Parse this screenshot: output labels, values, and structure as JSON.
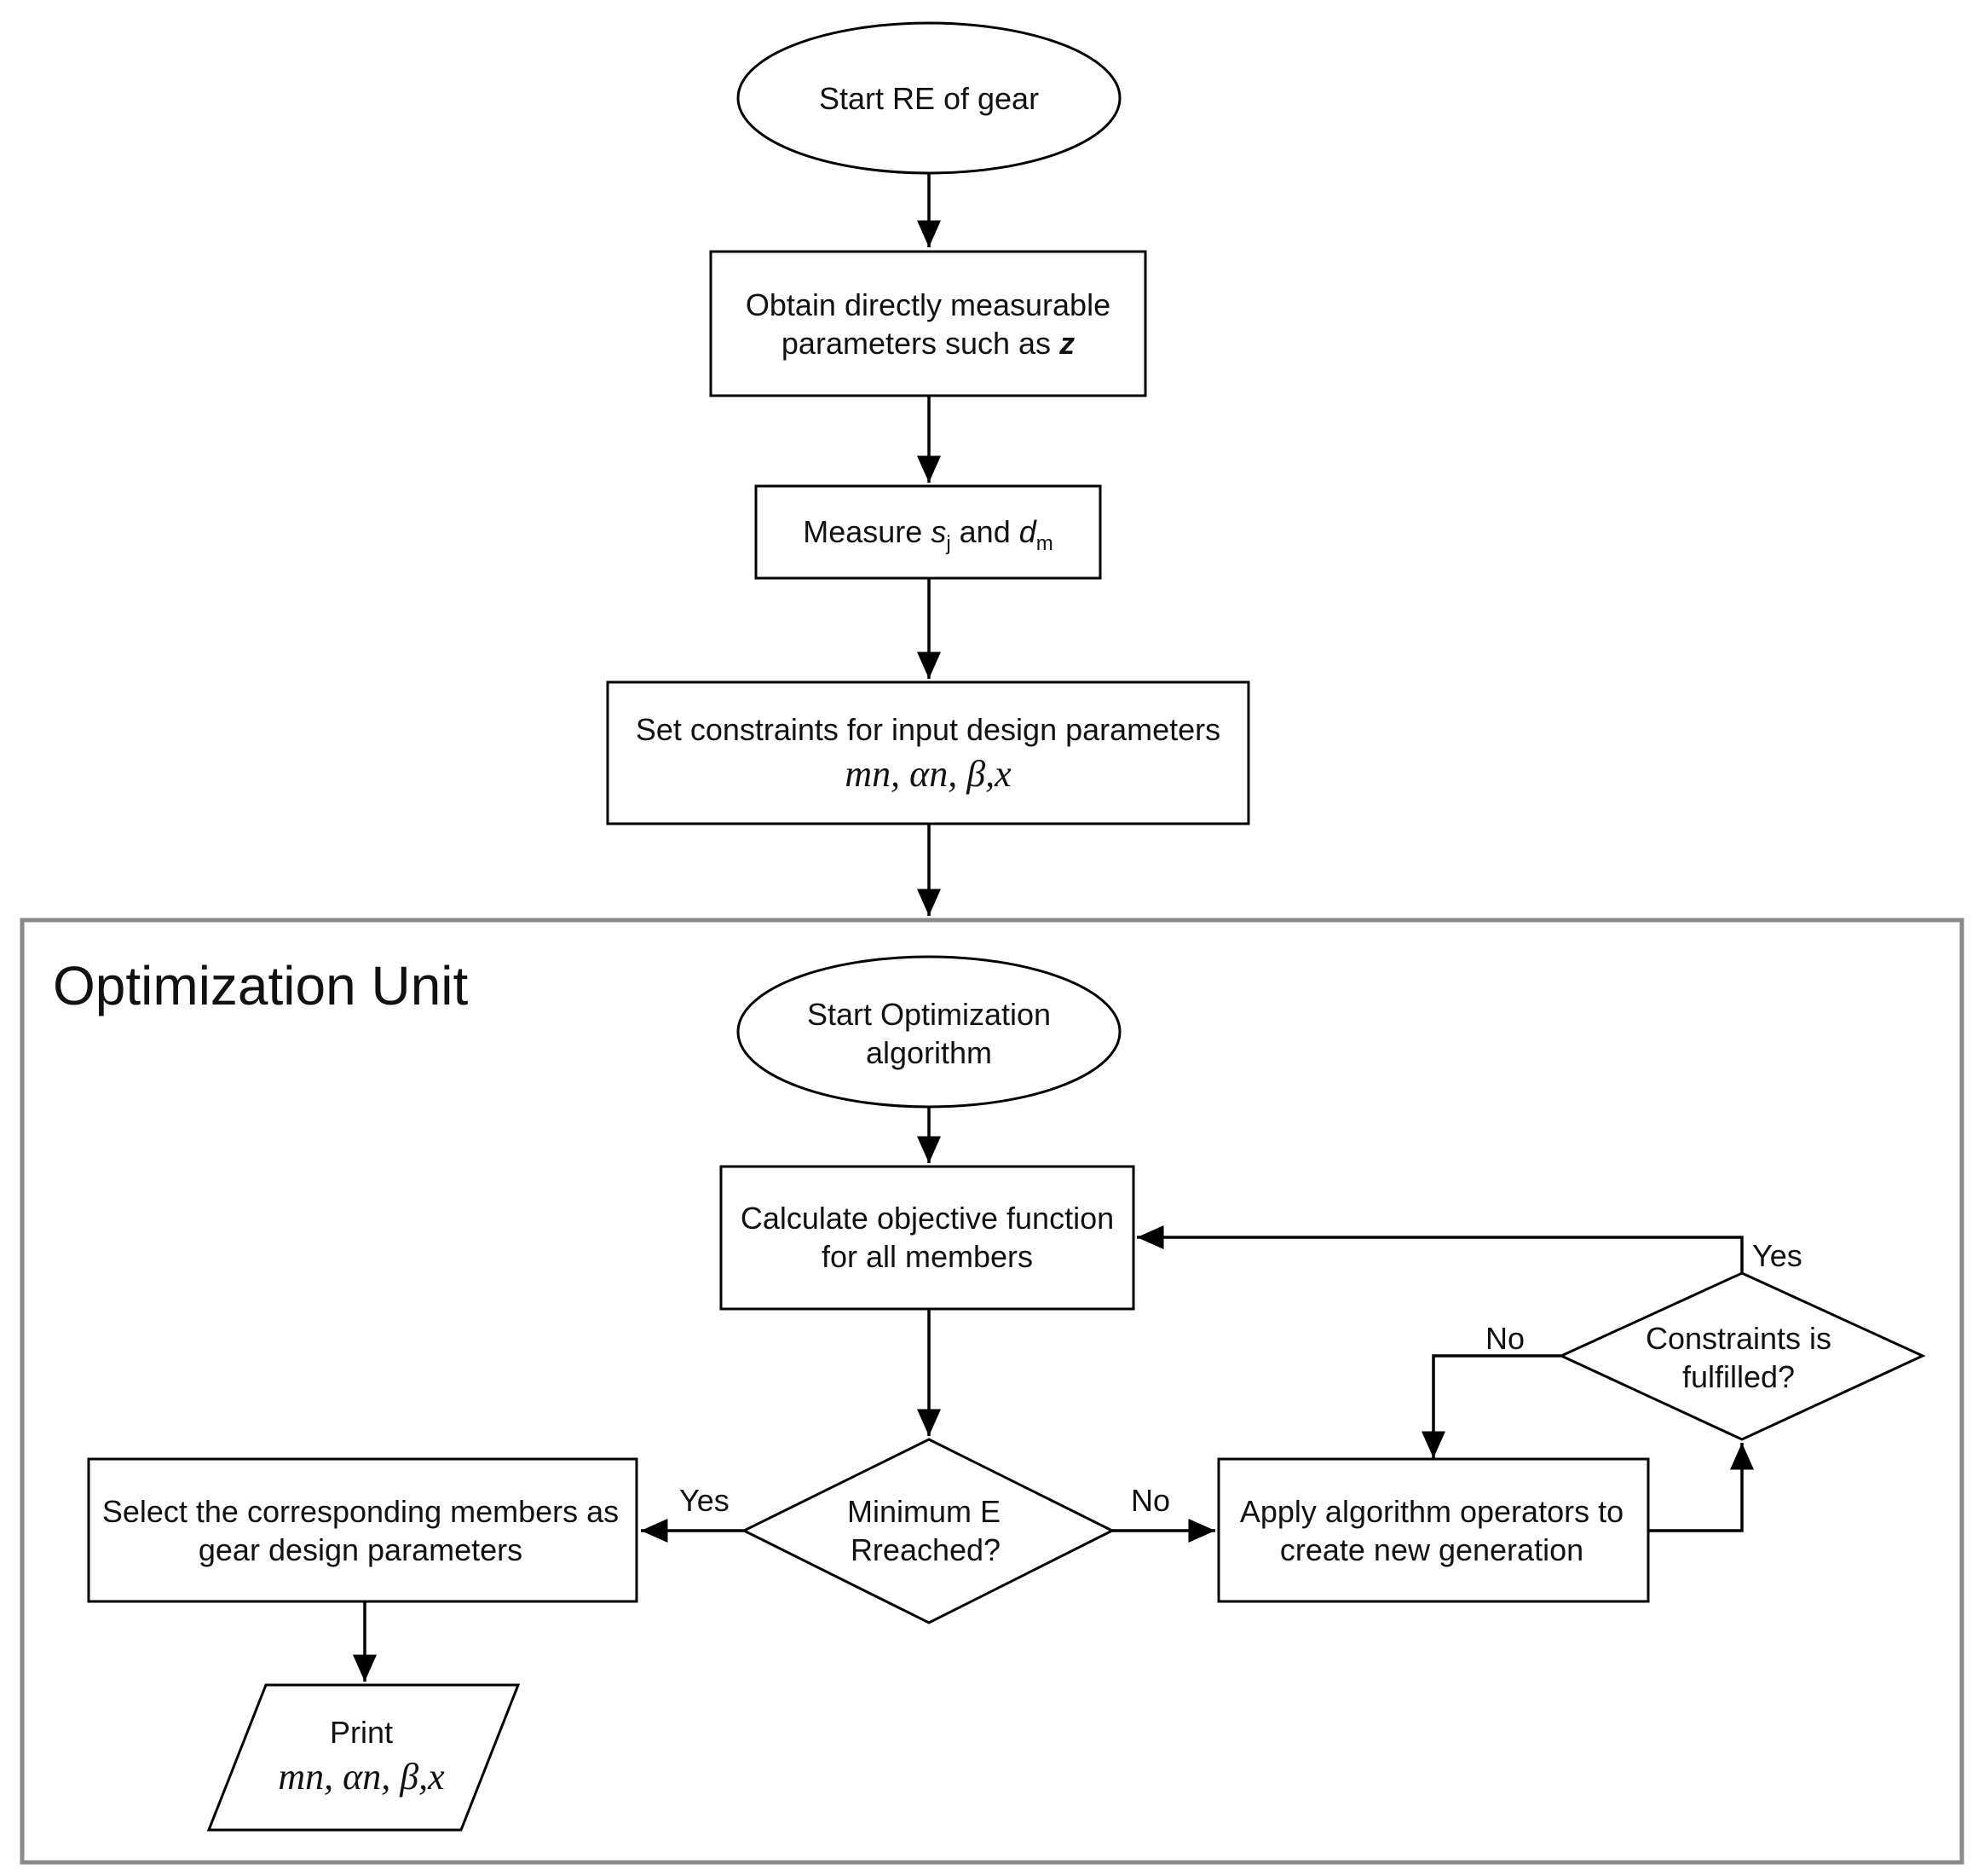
{
  "colors": {
    "stroke": "#000000",
    "frame": "#8a8a8a",
    "background": "#ffffff"
  },
  "nodes": {
    "start": "Start RE of gear",
    "obtain": {
      "line1": "Obtain directly measurable",
      "line2": "parameters such as",
      "var": "z"
    },
    "measure": {
      "prefix": "Measure ",
      "s": "s",
      "s_sub": "j",
      "mid": " and ",
      "d": "d",
      "d_sub": "m"
    },
    "constraints": {
      "line1": "Set constraints for input design parameters",
      "math": "mn, αn, β,x"
    },
    "group_title": "Optimization Unit",
    "start_opt": {
      "line1": "Start Optimization",
      "line2": "algorithm"
    },
    "calc": {
      "line1": "Calculate objective function",
      "line2": "for all members"
    },
    "minE": {
      "line1": "Minimum E",
      "line2": "Rreached?"
    },
    "select": {
      "line1": "Select the corresponding members as",
      "line2": "gear design parameters"
    },
    "print": {
      "line1": "Print",
      "math": "mn, αn, β,x"
    },
    "apply": {
      "line1": "Apply algorithm operators to",
      "line2": "create new generation"
    },
    "fulfilled": {
      "line1": "Constraints is",
      "line2": "fulfilled?"
    }
  },
  "edge_labels": {
    "yes_select": "Yes",
    "no_apply": "No",
    "yes_calc": "Yes",
    "no_fulfilled": "No"
  }
}
